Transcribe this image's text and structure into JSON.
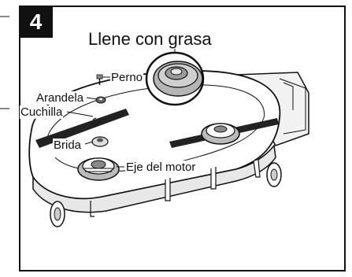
{
  "step_number": "4",
  "callouts": {
    "grease": "Llene con grasa",
    "bolt": "Perno",
    "washer": "Arandela",
    "blade": "Cuchilla",
    "flange": "Brida",
    "spindle": "Eje del motor"
  }
}
